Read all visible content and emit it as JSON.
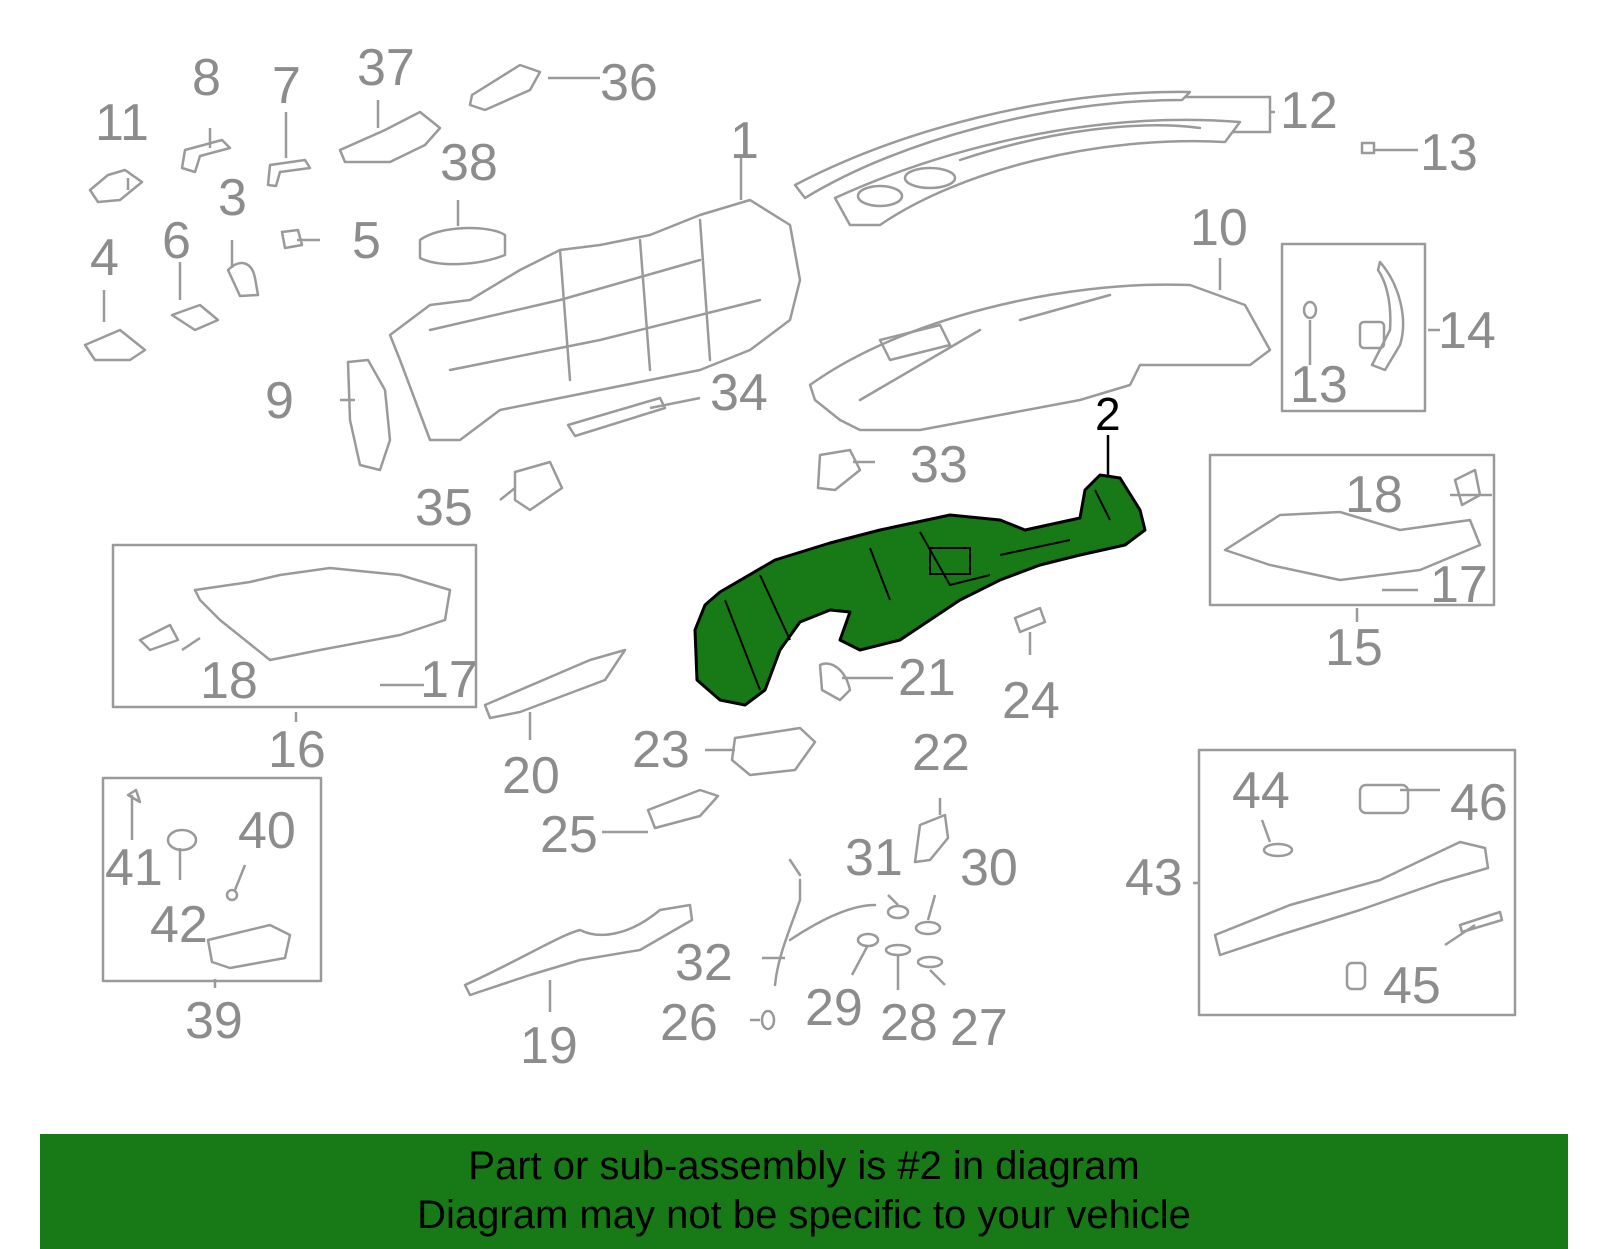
{
  "diagram": {
    "highlighted_part": "2",
    "colors": {
      "highlight": "#177a17",
      "part_line": "#9a9a9a",
      "callout_text": "#8c8c8c",
      "highlight_label": "#000000"
    },
    "callouts": [
      "1",
      "2",
      "3",
      "4",
      "5",
      "6",
      "7",
      "8",
      "9",
      "10",
      "11",
      "12",
      "13",
      "13",
      "14",
      "15",
      "16",
      "17",
      "17",
      "18",
      "18",
      "19",
      "20",
      "21",
      "22",
      "23",
      "24",
      "25",
      "26",
      "27",
      "28",
      "29",
      "30",
      "31",
      "32",
      "33",
      "34",
      "35",
      "36",
      "37",
      "38",
      "39",
      "40",
      "41",
      "42",
      "43",
      "44",
      "45",
      "46"
    ]
  },
  "banner": {
    "line1": "Part or sub-assembly is #2 in diagram",
    "line2": "Diagram may not be specific to your vehicle",
    "color": "#177a17"
  }
}
